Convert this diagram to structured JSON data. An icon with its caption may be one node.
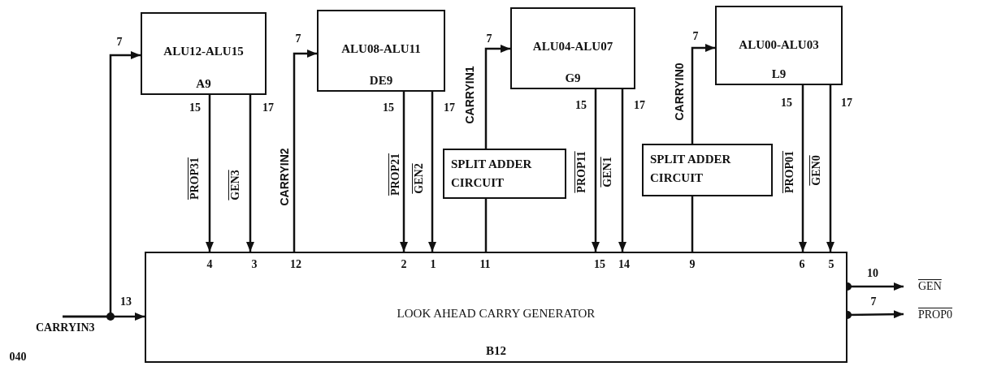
{
  "diagram": {
    "nodes": [
      {
        "text": [
          "ALU12-ALU15",
          "A9"
        ]
      },
      {
        "text": [
          "ALU08-ALU11",
          "DE9"
        ]
      },
      {
        "text": [
          "ALU04-ALU07",
          "G9"
        ]
      },
      {
        "text": [
          "ALU00-ALU03",
          "L9"
        ]
      },
      {
        "text": [
          "SPLIT ADDER CIRCUIT"
        ]
      },
      {
        "text": [
          "SPLIT ADDER CIRCUIT"
        ]
      },
      {
        "text": [
          "LOOK AHEAD CARRY GENERATOR",
          "B12"
        ]
      },
      {
        "text": [
          "GEN"
        ]
      },
      {
        "text": [
          "PROP0"
        ]
      },
      {
        "text": [
          "CARRYIN3"
        ]
      }
    ],
    "edges": [
      {
        "from": 9,
        "to": 6,
        "arrow": "to"
      },
      {
        "from": 9,
        "to": 0,
        "arrow": "to"
      },
      {
        "from": 0,
        "to": 6,
        "arrow": "to",
        "label": "PROP31"
      },
      {
        "from": 0,
        "to": 6,
        "arrow": "to",
        "label": "GEN3"
      },
      {
        "from": 6,
        "to": 1,
        "arrow": "to",
        "label": "CARRYIN2"
      },
      {
        "from": 1,
        "to": 6,
        "arrow": "to",
        "label": "PROP21"
      },
      {
        "from": 1,
        "to": 6,
        "arrow": "to",
        "label": "GEN2"
      },
      {
        "from": 6,
        "to": 4,
        "arrow": "none"
      },
      {
        "from": 4,
        "to": 2,
        "arrow": "to",
        "label": "CARRYIN1"
      },
      {
        "from": 2,
        "to": 6,
        "arrow": "to",
        "label": "PROP11"
      },
      {
        "from": 2,
        "to": 6,
        "arrow": "to",
        "label": "GEN1"
      },
      {
        "from": 6,
        "to": 5,
        "arrow": "none"
      },
      {
        "from": 5,
        "to": 3,
        "arrow": "to",
        "label": "CARRYIN0"
      },
      {
        "from": 3,
        "to": 6,
        "arrow": "to",
        "label": "PROP01"
      },
      {
        "from": 3,
        "to": 6,
        "arrow": "to",
        "label": "GEN0"
      },
      {
        "from": 6,
        "to": 7,
        "arrow": "to"
      },
      {
        "from": 6,
        "to": 8,
        "arrow": "to"
      }
    ],
    "labels": [
      "7",
      "15",
      "17",
      "7",
      "15",
      "17",
      "7",
      "15",
      "17",
      "7",
      "15",
      "17",
      "4",
      "3",
      "12",
      "2",
      "1",
      "11",
      "15",
      "14",
      "9",
      "6",
      "5",
      "13",
      "10",
      "7",
      "040"
    ]
  }
}
